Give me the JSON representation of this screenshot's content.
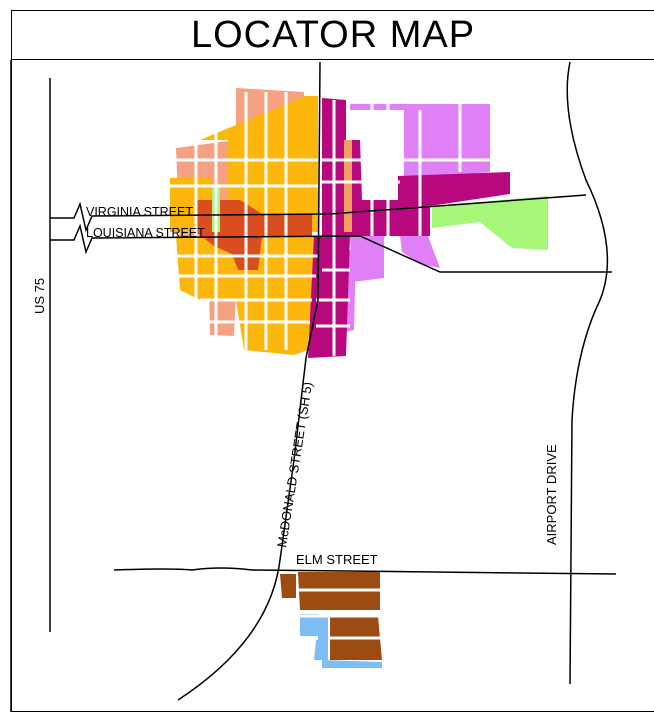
{
  "title": "LOCATOR MAP",
  "roads": {
    "us75": "US 75",
    "virginia": "VIRGINIA  STREET",
    "louisiana": "LOUISIANA STREET",
    "mcdonald": "McDONALD STREET (SH 5)",
    "elm": "ELM  STREET",
    "airport": "AIRPORT DRIVE"
  },
  "colors": {
    "salmon": "#f7a183",
    "orange": "#fdb60b",
    "red": "#d94d1e",
    "magenta": "#b7087e",
    "violet": "#df80f7",
    "green": "#a6f777",
    "tan": "#f29f62",
    "brown": "#9a4c12",
    "blue": "#7fbdf5",
    "line": "#000000"
  }
}
